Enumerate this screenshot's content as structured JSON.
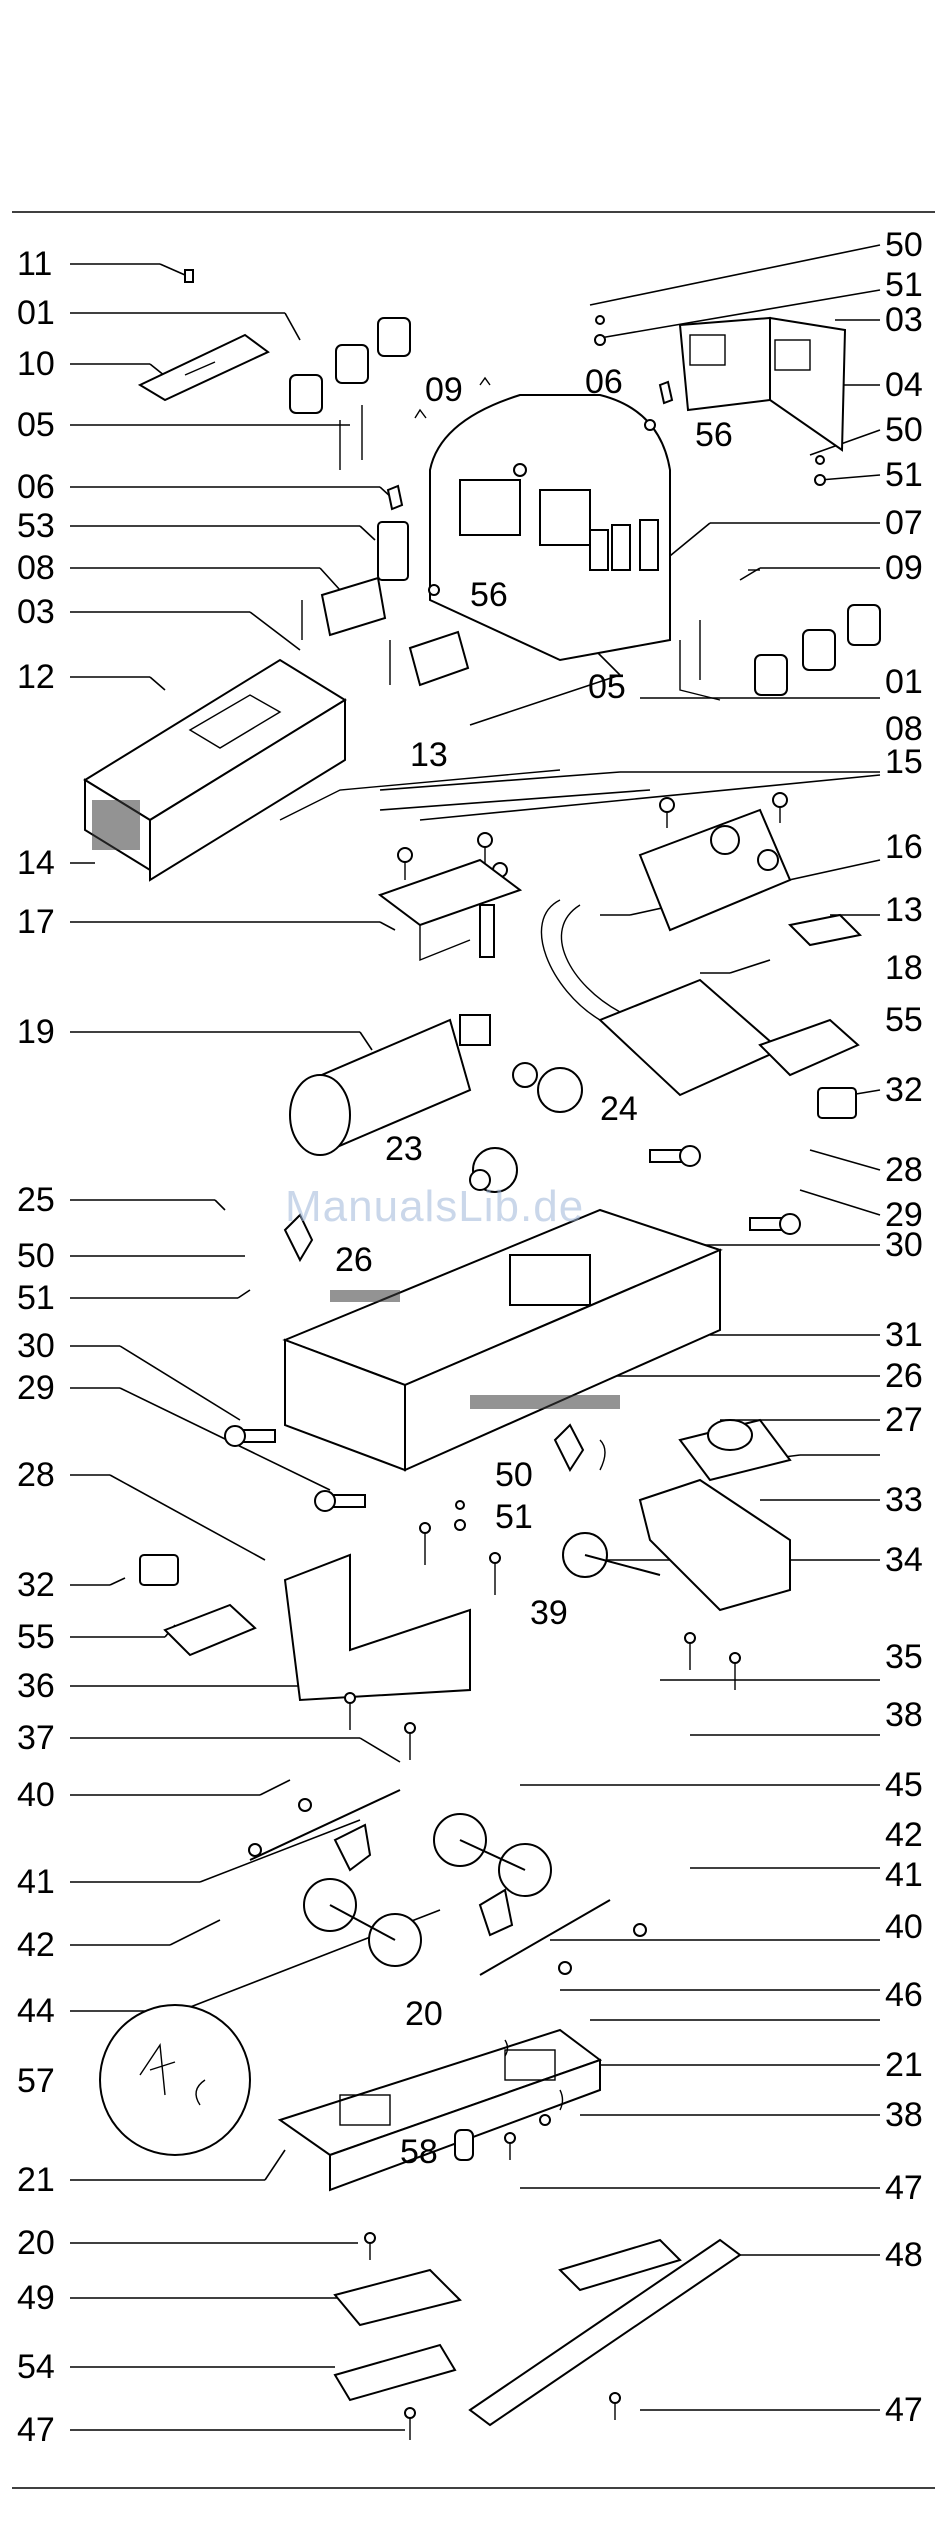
{
  "watermark": "ManualsLib.de",
  "labels": {
    "l11": "11",
    "l01a": "01",
    "l10": "10",
    "l05a": "05",
    "l06a": "06",
    "l53": "53",
    "l08a": "08",
    "l03a": "03",
    "l12": "12",
    "l14": "14",
    "l17": "17",
    "l19": "19",
    "l25": "25",
    "l50a": "50",
    "l51a": "51",
    "l30a": "30",
    "l29a": "29",
    "l28a": "28",
    "l32a": "32",
    "l55a": "55",
    "l36": "36",
    "l37": "37",
    "l40a": "40",
    "l41a": "41",
    "l42a": "42",
    "l44": "44",
    "l57": "57",
    "l21a": "21",
    "l20a": "20",
    "l49": "49",
    "l54": "54",
    "l47a": "47",
    "l50b": "50",
    "l51b": "51",
    "l03b": "03",
    "l04": "04",
    "l50c": "50",
    "l51c": "51",
    "l07": "07",
    "l09a": "09",
    "l01b": "01",
    "l08b": "08",
    "l13a": "13",
    "l15": "15",
    "l16": "16",
    "l13b": "13",
    "l18": "18",
    "l55b": "55",
    "l32b": "32",
    "l28b": "28",
    "l29b": "29",
    "l30b": "30",
    "l31": "31",
    "l26a": "26",
    "l27": "27",
    "l33": "33",
    "l34": "34",
    "l35": "35",
    "l38a": "38",
    "l45": "45",
    "l42b": "42",
    "l41b": "41",
    "l40b": "40",
    "l46": "46",
    "l21b": "21",
    "l38b": "38",
    "l47b": "47",
    "l48": "48",
    "l47c": "47",
    "l09b": "09",
    "l06b": "06",
    "l56a": "56",
    "l56b": "56",
    "l05b": "05",
    "l24": "24",
    "l23": "23",
    "l26b": "26",
    "l50d": "50",
    "l51d": "51",
    "l39": "39",
    "l20b": "20",
    "l58": "58"
  }
}
